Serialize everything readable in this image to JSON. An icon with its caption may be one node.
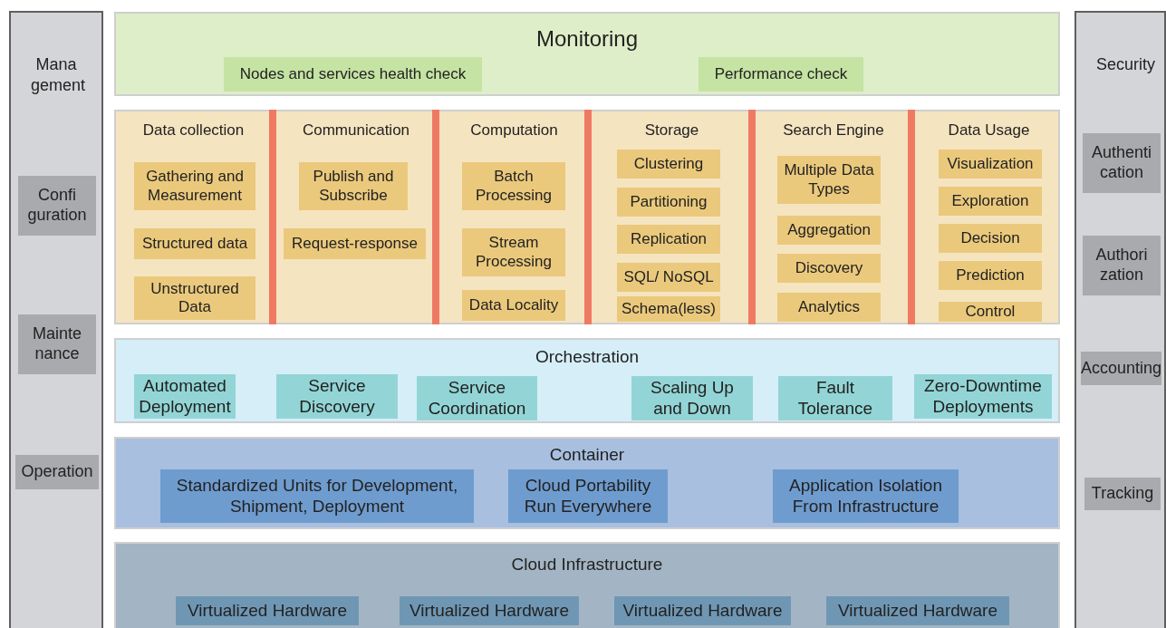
{
  "diagram": {
    "nodes": [
      {
        "text": [
          "Mana gement"
        ]
      },
      {
        "text": [
          "Confi guration"
        ],
        "in": 0
      },
      {
        "text": [
          "Mainte nance"
        ],
        "in": 0
      },
      {
        "text": [
          "Operation"
        ],
        "in": 0
      },
      {
        "text": [
          "Monitoring"
        ]
      },
      {
        "text": [
          "Nodes and services health check"
        ],
        "in": 4
      },
      {
        "text": [
          "Performance check"
        ],
        "in": 4
      },
      {
        "text": [],
        "shape": "box"
      },
      {
        "text": [
          "Data collection"
        ],
        "in": 7
      },
      {
        "text": [
          "Gathering and Measurement"
        ],
        "in": 8
      },
      {
        "text": [
          "Structured data"
        ],
        "in": 8
      },
      {
        "text": [
          "Unstructured Data"
        ],
        "in": 8
      },
      {
        "text": [
          "Communication"
        ],
        "in": 7
      },
      {
        "text": [
          "Publish and Subscribe"
        ],
        "in": 12
      },
      {
        "text": [
          "Request-response"
        ],
        "in": 12
      },
      {
        "text": [
          "Computation"
        ],
        "in": 7
      },
      {
        "text": [
          "Batch Processing"
        ],
        "in": 15
      },
      {
        "text": [
          "Stream Processing"
        ],
        "in": 15
      },
      {
        "text": [
          "Data Locality"
        ],
        "in": 15
      },
      {
        "text": [
          "Storage"
        ],
        "in": 7
      },
      {
        "text": [
          "Clustering"
        ],
        "in": 19
      },
      {
        "text": [
          "Partitioning"
        ],
        "in": 19
      },
      {
        "text": [
          "Replication"
        ],
        "in": 19
      },
      {
        "text": [
          "SQL/ NoSQL"
        ],
        "in": 19
      },
      {
        "text": [
          "Schema(less)"
        ],
        "in": 19
      },
      {
        "text": [
          "Search Engine"
        ],
        "in": 7
      },
      {
        "text": [
          "Multiple Data Types"
        ],
        "in": 25
      },
      {
        "text": [
          "Aggregation"
        ],
        "in": 25
      },
      {
        "text": [
          "Discovery"
        ],
        "in": 25
      },
      {
        "text": [
          "Analytics"
        ],
        "in": 25
      },
      {
        "text": [
          "Data Usage"
        ],
        "in": 7
      },
      {
        "text": [
          "Visualization"
        ],
        "in": 30
      },
      {
        "text": [
          "Exploration"
        ],
        "in": 30
      },
      {
        "text": [
          "Decision"
        ],
        "in": 30
      },
      {
        "text": [
          "Prediction"
        ],
        "in": 30
      },
      {
        "text": [
          "Control"
        ],
        "in": 30
      },
      {
        "text": [
          "Orchestration"
        ]
      },
      {
        "text": [
          "Automated Deployment"
        ],
        "in": 36
      },
      {
        "text": [
          "Service Discovery"
        ],
        "in": 36
      },
      {
        "text": [
          "Service Coordination"
        ],
        "in": 36
      },
      {
        "text": [
          "Scaling Up and Down"
        ],
        "in": 36
      },
      {
        "text": [
          "Fault Tolerance"
        ],
        "in": 36
      },
      {
        "text": [
          "Zero-Downtime Deployments"
        ],
        "in": 36
      },
      {
        "text": [
          "Container"
        ]
      },
      {
        "text": [
          "Standardized Units for Development, Shipment, Deployment"
        ],
        "in": 43
      },
      {
        "text": [
          "Cloud Portability Run Everywhere"
        ],
        "in": 43
      },
      {
        "text": [
          "Application Isolation From Infrastructure"
        ],
        "in": 43
      },
      {
        "text": [
          "Cloud Infrastructure"
        ]
      },
      {
        "text": [
          "Virtualized Hardware"
        ],
        "in": 47
      },
      {
        "text": [
          "Virtualized Hardware"
        ],
        "in": 47
      },
      {
        "text": [
          "Virtualized Hardware"
        ],
        "in": 47
      },
      {
        "text": [
          "Virtualized Hardware"
        ],
        "in": 47
      },
      {
        "text": [
          "Security"
        ]
      },
      {
        "text": [
          "Authenti cation"
        ],
        "in": 52
      },
      {
        "text": [
          "Authori zation"
        ],
        "in": 52
      },
      {
        "text": [
          "Accounting"
        ],
        "in": 52
      },
      {
        "text": [
          "Tracking"
        ],
        "in": 52
      }
    ],
    "edges": []
  }
}
